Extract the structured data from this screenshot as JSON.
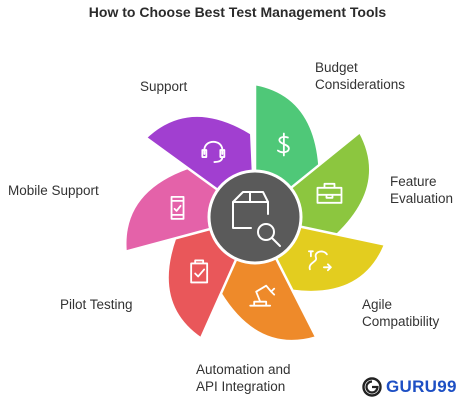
{
  "title": "How to Choose Best Test Management Tools",
  "segments": [
    {
      "id": "budget",
      "label_lines": [
        "Budget",
        "Considerations"
      ],
      "color": "#4fc878",
      "icon": "dollar-icon"
    },
    {
      "id": "feature",
      "label_lines": [
        "Feature",
        "Evaluation"
      ],
      "color": "#8cc63f",
      "icon": "toolbox-icon"
    },
    {
      "id": "agile",
      "label_lines": [
        "Agile",
        "Compatibility"
      ],
      "color": "#e3cd1f",
      "icon": "path-icon"
    },
    {
      "id": "automation",
      "label_lines": [
        "Automation and",
        "API Integration"
      ],
      "color": "#ee8a2a",
      "icon": "robot-arm-icon"
    },
    {
      "id": "pilot",
      "label_lines": [
        "Pilot Testing"
      ],
      "color": "#e9575a",
      "icon": "clipboard-icon"
    },
    {
      "id": "mobile",
      "label_lines": [
        "Mobile Support"
      ],
      "color": "#e462a9",
      "icon": "mobile-check-icon"
    },
    {
      "id": "support",
      "label_lines": [
        "Support"
      ],
      "color": "#a13fd0",
      "icon": "headset-icon"
    }
  ],
  "center": {
    "icon": "package-search-icon",
    "color": "#5a5a5a"
  },
  "brand": {
    "text": "GURU99",
    "color": "#1d4fc4"
  }
}
